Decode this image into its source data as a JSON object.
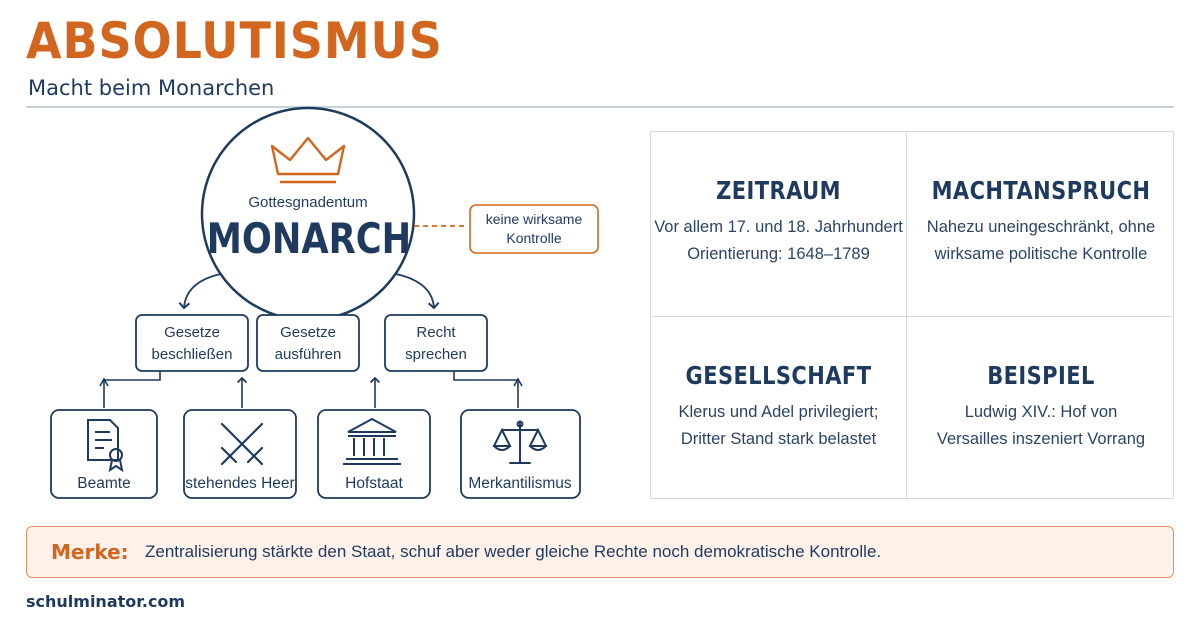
{
  "header": {
    "title": "ABSOLUTISMUS",
    "subtitle": "Macht beim Monarchen"
  },
  "diagram": {
    "center": {
      "caption": "Gottesgnadentum",
      "label": "MONARCH",
      "icon": "crown-icon"
    },
    "note": {
      "line1": "keine wirksame",
      "line2": "Kontrolle"
    },
    "functions": [
      {
        "line1": "Gesetze",
        "line2": "beschließen"
      },
      {
        "line1": "Gesetze",
        "line2": "ausführen"
      },
      {
        "line1": "Recht",
        "line2": "sprechen"
      }
    ],
    "pillars": [
      {
        "label": "Beamte",
        "icon": "certificate-icon"
      },
      {
        "label": "stehendes Heer",
        "icon": "crossed-swords-icon"
      },
      {
        "label": "Hofstaat",
        "icon": "palace-icon"
      },
      {
        "label": "Merkantilismus",
        "icon": "scales-icon"
      }
    ]
  },
  "facts": [
    {
      "title": "ZEITRAUM",
      "line1": "Vor allem 17. und 18. Jahrhundert",
      "line2": "Orientierung: 1648–1789"
    },
    {
      "title": "MACHTANSPRUCH",
      "line1": "Nahezu uneingeschränkt, ohne",
      "line2": "wirksame politische Kontrolle"
    },
    {
      "title": "GESELLSCHAFT",
      "line1": "Klerus und Adel privilegiert;",
      "line2": "Dritter Stand stark belastet"
    },
    {
      "title": "BEISPIEL",
      "line1": "Ludwig XIV.: Hof von",
      "line2": "Versailles inszeniert Vorrang"
    }
  ],
  "merke": {
    "label": "Merke:",
    "text": "Zentralisierung stärkte den Staat, schuf aber weder gleiche Rechte noch demokratische Kontrolle."
  },
  "footer": {
    "site": "schulminator.com"
  },
  "colors": {
    "accent": "#d2661f",
    "navy": "#1f3a5f",
    "border": "#d3d9e1"
  }
}
